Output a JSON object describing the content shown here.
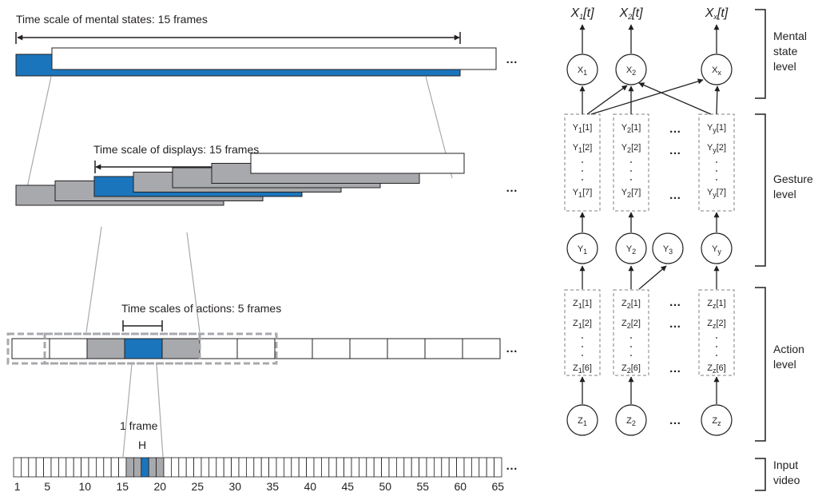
{
  "left": {
    "mental": {
      "label": "Time scale of mental states: 15 frames",
      "fill_color": "#1b75bc"
    },
    "displays": {
      "label": "Time scale of displays: 15 frames",
      "bar_count": 7,
      "active_index": 2
    },
    "actions": {
      "label": "Time scales of actions: 5 frames",
      "box_count": 13
    },
    "frame": {
      "label": "1 frame",
      "symbol": "H"
    },
    "video": {
      "frame_count": 65,
      "ticks": [
        "1",
        "5",
        "10",
        "15",
        "20",
        "25",
        "30",
        "35",
        "40",
        "45",
        "50",
        "55",
        "60",
        "65"
      ]
    },
    "ellipsis": "…"
  },
  "right": {
    "outputs": [
      {
        "main": "X",
        "sub": "1",
        "suffix": "[t]"
      },
      {
        "main": "X",
        "sub": "2",
        "suffix": "[t]"
      },
      {
        "main": "X",
        "sub": "x",
        "suffix": "[t]"
      }
    ],
    "mental_nodes": [
      {
        "main": "X",
        "sub": "1"
      },
      {
        "main": "X",
        "sub": "2"
      },
      {
        "main": "X",
        "sub": "x"
      }
    ],
    "gesture_columns": [
      {
        "var": "Y",
        "sub": "1",
        "entries": [
          "[1]",
          "[2]",
          "[7]"
        ]
      },
      {
        "var": "Y",
        "sub": "2",
        "entries": [
          "[1]",
          "[2]",
          "[7]"
        ]
      },
      {
        "var": "Y",
        "sub": "y",
        "entries": [
          "[1]",
          "[2]",
          "[7]"
        ]
      }
    ],
    "gesture_nodes": [
      {
        "main": "Y",
        "sub": "1"
      },
      {
        "main": "Y",
        "sub": "2"
      },
      {
        "main": "Y",
        "sub": "3"
      },
      {
        "main": "Y",
        "sub": "y"
      }
    ],
    "action_columns": [
      {
        "var": "Z",
        "sub": "1",
        "entries": [
          "[1]",
          "[2]",
          "[6]"
        ]
      },
      {
        "var": "Z",
        "sub": "2",
        "entries": [
          "[1]",
          "[2]",
          "[6]"
        ]
      },
      {
        "var": "Z",
        "sub": "z",
        "entries": [
          "[1]",
          "[2]",
          "[6]"
        ]
      }
    ],
    "action_nodes": [
      {
        "main": "Z",
        "sub": "1"
      },
      {
        "main": "Z",
        "sub": "2"
      },
      {
        "main": "Z",
        "sub": "z"
      }
    ],
    "ellipsis": "…"
  },
  "levels": {
    "mental": [
      "Mental",
      "state",
      "level"
    ],
    "gesture": [
      "Gesture",
      "level"
    ],
    "action": [
      "Action",
      "level"
    ],
    "input": [
      "Input",
      "video"
    ]
  }
}
